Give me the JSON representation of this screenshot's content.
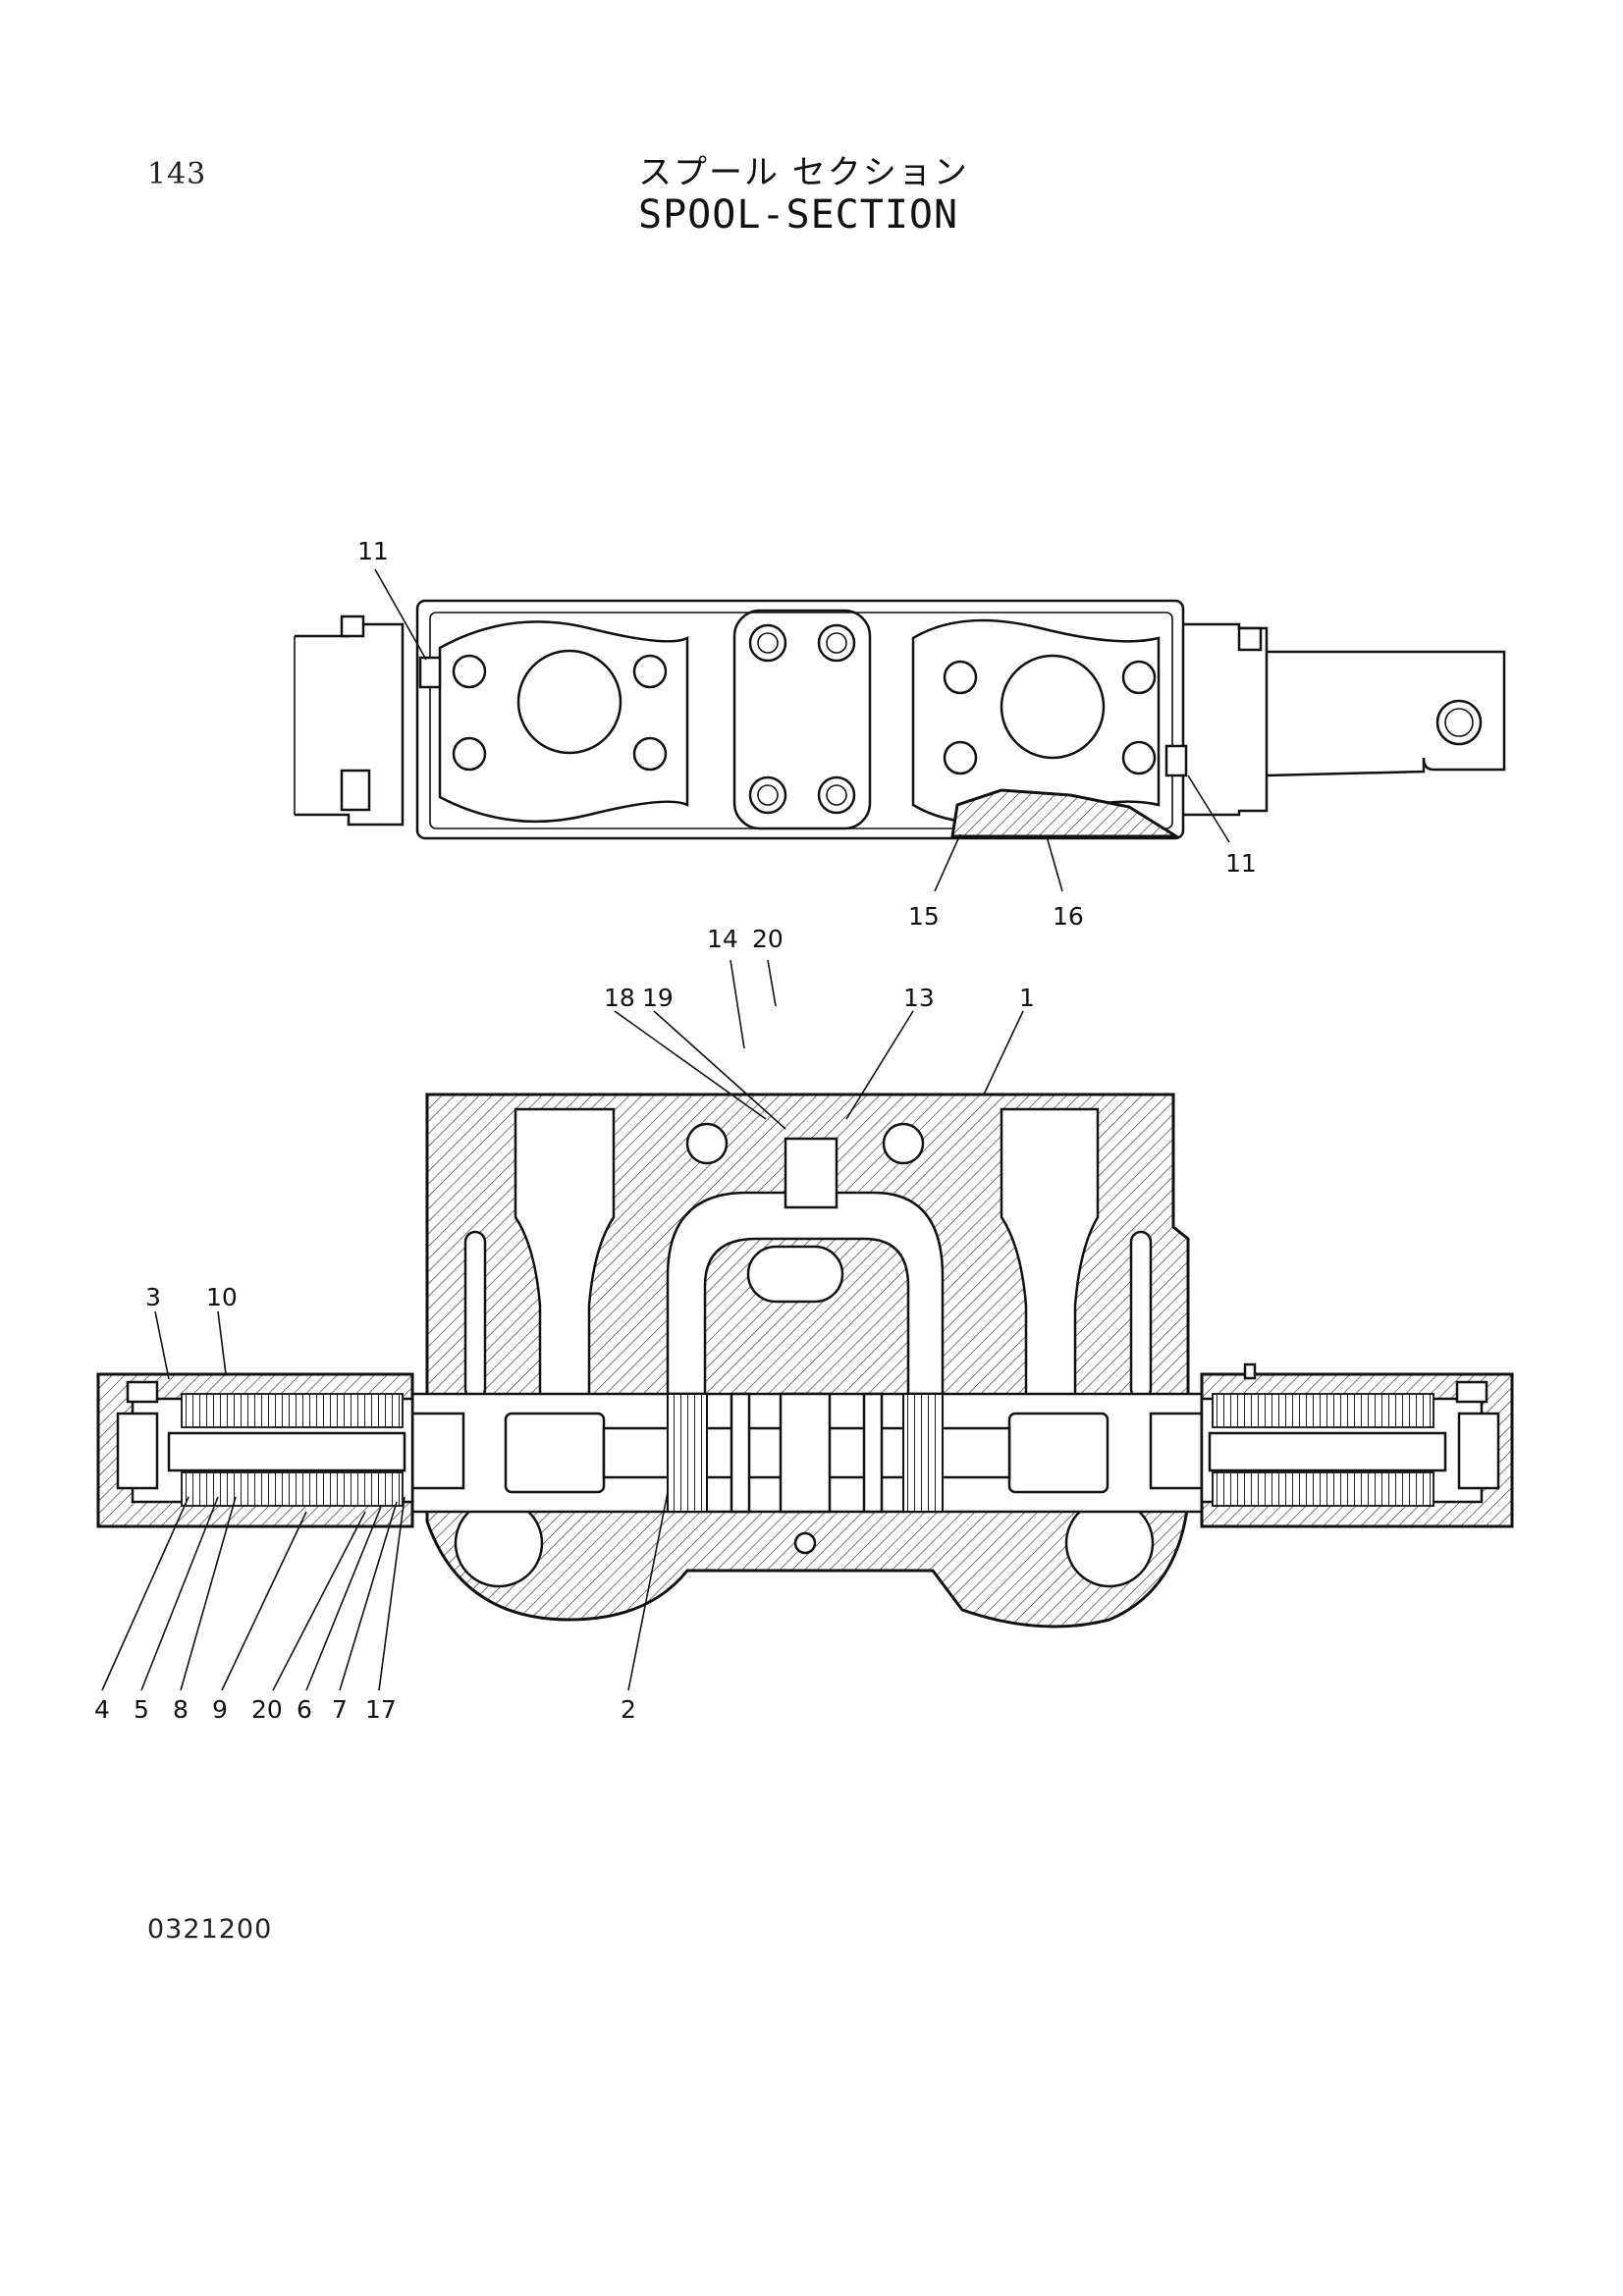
{
  "header": {
    "page_number": "143",
    "title_jp": "スプール セクション",
    "title_en": "SPOOL-SECTION"
  },
  "footer": {
    "doc_code": "0321200"
  },
  "callouts": {
    "top_view": [
      {
        "id": "c-11-left",
        "label": "11"
      },
      {
        "id": "c-11-right",
        "label": "11"
      },
      {
        "id": "c-15",
        "label": "15"
      },
      {
        "id": "c-16",
        "label": "16"
      }
    ],
    "section_view": [
      {
        "id": "c-14",
        "label": "14"
      },
      {
        "id": "c-20-top",
        "label": "20"
      },
      {
        "id": "c-18",
        "label": "18"
      },
      {
        "id": "c-19",
        "label": "19"
      },
      {
        "id": "c-13",
        "label": "13"
      },
      {
        "id": "c-1",
        "label": "1"
      },
      {
        "id": "c-3",
        "label": "3"
      },
      {
        "id": "c-10",
        "label": "10"
      },
      {
        "id": "c-4",
        "label": "4"
      },
      {
        "id": "c-5",
        "label": "5"
      },
      {
        "id": "c-8",
        "label": "8"
      },
      {
        "id": "c-9",
        "label": "9"
      },
      {
        "id": "c-20-bottom",
        "label": "20"
      },
      {
        "id": "c-6",
        "label": "6"
      },
      {
        "id": "c-7",
        "label": "7"
      },
      {
        "id": "c-17",
        "label": "17"
      },
      {
        "id": "c-2",
        "label": "2"
      }
    ]
  }
}
